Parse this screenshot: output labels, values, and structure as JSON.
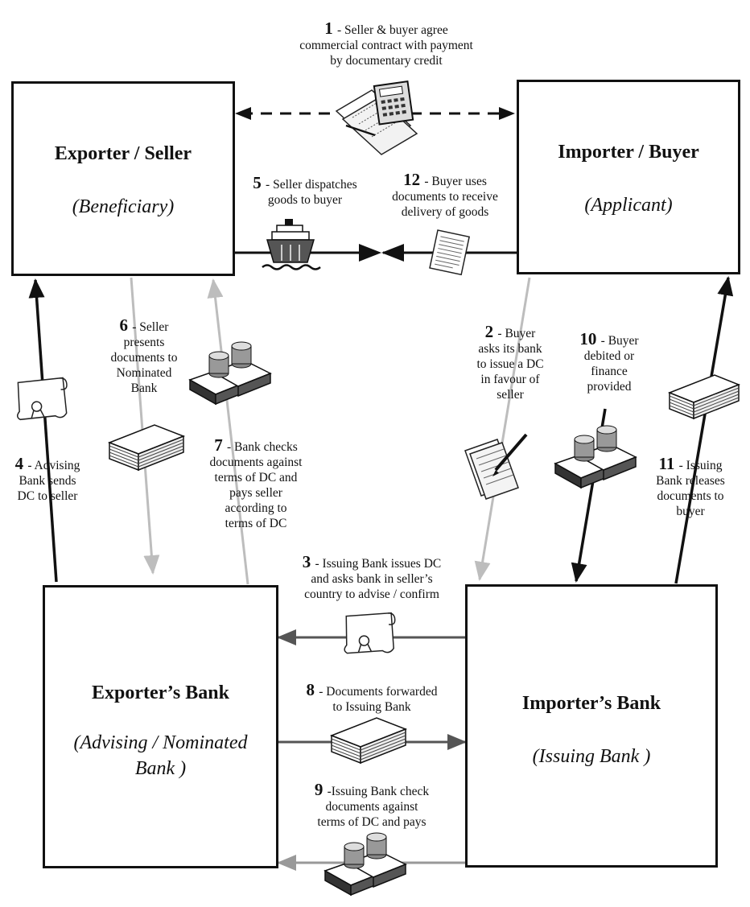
{
  "parties": {
    "exporter": {
      "title": "Exporter / Seller",
      "subtitle": "(Beneficiary)"
    },
    "importer": {
      "title": "Importer / Buyer",
      "subtitle": "(Applicant)"
    },
    "exporter_bank": {
      "title": "Exporter’s Bank",
      "subtitle_line1": "(Advising / Nominated",
      "subtitle_line2": "Bank )"
    },
    "importer_bank": {
      "title": "Importer’s Bank",
      "subtitle": "(Issuing Bank )"
    }
  },
  "steps": [
    {
      "num": "1",
      "lines": [
        "- Seller & buyer agree",
        "commercial contract with payment",
        "by documentary credit"
      ]
    },
    {
      "num": "2",
      "lines": [
        "- Buyer",
        "asks its bank",
        "to issue a DC",
        "in favour of",
        "seller"
      ]
    },
    {
      "num": "3",
      "lines": [
        "- Issuing Bank issues DC",
        "and asks bank in seller’s",
        "country to advise / confirm"
      ]
    },
    {
      "num": "4",
      "lines": [
        "- Advising",
        "Bank sends",
        "DC to seller"
      ]
    },
    {
      "num": "5",
      "lines": [
        "- Seller dispatches",
        "goods to buyer"
      ]
    },
    {
      "num": "6",
      "lines": [
        "- Seller",
        "presents",
        "documents to",
        "Nominated",
        "Bank"
      ]
    },
    {
      "num": "7",
      "lines": [
        "- Bank checks",
        "documents against",
        "terms of DC and",
        "pays seller",
        "according to",
        "terms of DC"
      ]
    },
    {
      "num": "8",
      "lines": [
        "- Documents forwarded",
        "to Issuing Bank"
      ]
    },
    {
      "num": "9",
      "lines": [
        "-Issuing Bank check",
        "documents against",
        "terms of DC and pays"
      ]
    },
    {
      "num": "10",
      "lines": [
        "- Buyer",
        "debited or",
        "finance",
        "provided"
      ]
    },
    {
      "num": "11",
      "lines": [
        "- Issuing",
        "Bank releases",
        "documents to",
        "buyer"
      ]
    },
    {
      "num": "12",
      "lines": [
        "- Buyer uses",
        "documents to receive",
        "delivery of goods"
      ]
    }
  ],
  "icons": [
    "contract-calculator-icon",
    "ship-icon",
    "document-icon",
    "money-icon",
    "scroll-icon",
    "document-stack-icon",
    "pen-contract-icon"
  ],
  "colors": {
    "dark_arrow": "#111111",
    "grey_arrow": "#b5b5b5",
    "medium_arrow": "#555555"
  }
}
